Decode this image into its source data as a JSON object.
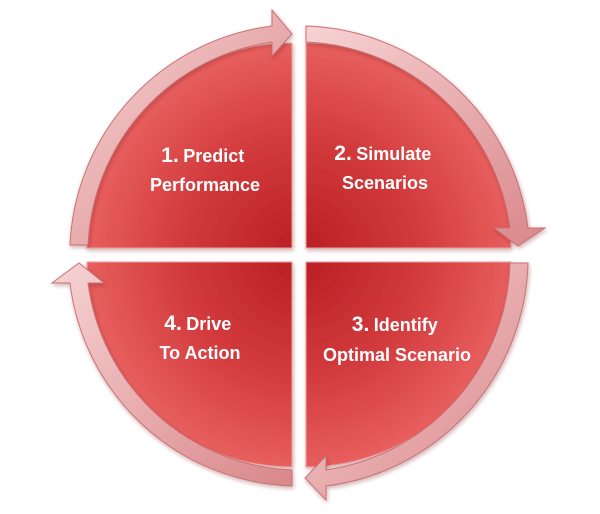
{
  "diagram": {
    "colors": {
      "quadrant_light": "#e8605f",
      "quadrant_dark": "#b81e23",
      "arrow_light": "#f7d3d4",
      "arrow_dark": "#d9878a",
      "text": "#ffffff"
    },
    "quadrants": [
      {
        "number": "1.",
        "line1": "Predict",
        "line2": "Performance"
      },
      {
        "number": "2.",
        "line1": "Simulate",
        "line2": "Scenarios"
      },
      {
        "number": "3.",
        "line1": "Identify",
        "line2": "Optimal Scenario"
      },
      {
        "number": "4.",
        "line1": "Drive",
        "line2": "To Action"
      }
    ]
  }
}
